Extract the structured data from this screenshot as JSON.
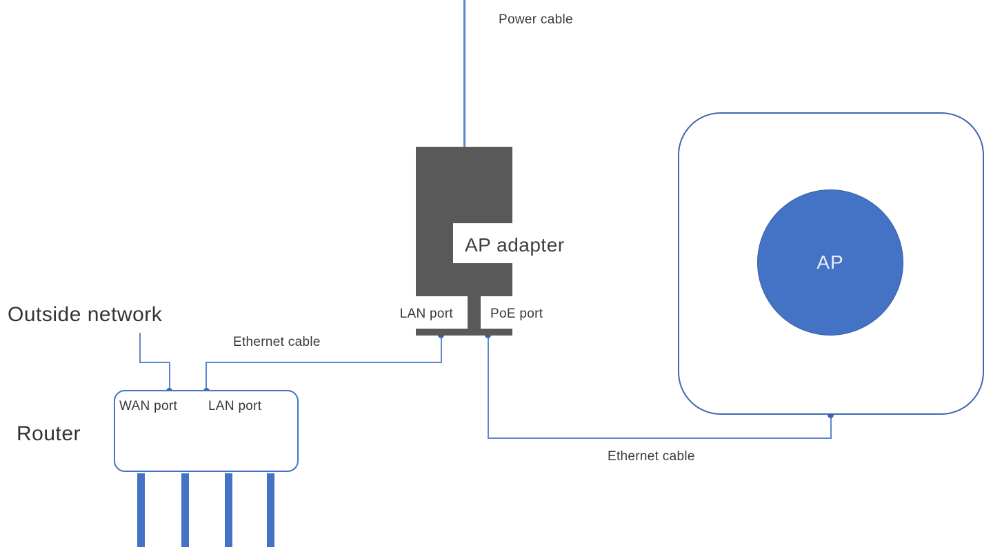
{
  "diagram": {
    "title_hint": "AP adapter wiring diagram",
    "labels": {
      "power_cable": "Power cable",
      "ap_adapter": "AP adapter",
      "adapter_lan_port": "LAN port",
      "adapter_poe_port": "PoE port",
      "ethernet_cable_top": "Ethernet cable",
      "ethernet_cable_bottom": "Ethernet cable",
      "outside_network": "Outside network",
      "router": "Router",
      "router_wan_port": "WAN port",
      "router_lan_port": "LAN port",
      "ap": "AP"
    },
    "nodes": [
      {
        "id": "ap-adapter",
        "label": "AP adapter",
        "shape": "gray-block",
        "ports": [
          "LAN port",
          "PoE port"
        ]
      },
      {
        "id": "router",
        "label": "Router",
        "shape": "rounded-rect",
        "ports": [
          "WAN port",
          "LAN port"
        ]
      },
      {
        "id": "ap",
        "label": "AP",
        "shape": "circle-in-rounded-square"
      }
    ],
    "connections": [
      {
        "from": "power-source",
        "to": "ap-adapter",
        "label": "Power cable"
      },
      {
        "from": "outside-network",
        "to": "router-wan-port",
        "label": ""
      },
      {
        "from": "ap-adapter-lan-port",
        "to": "router-lan-port",
        "label": "Ethernet cable"
      },
      {
        "from": "ap-adapter-poe-port",
        "to": "ap",
        "label": "Ethernet cable"
      }
    ],
    "colors": {
      "adapter_gray": "#595959",
      "shape_blue": "#4472C4",
      "outline_blue": "#3E68AE",
      "wire_blue": "#5B86C9",
      "dot_blue": "#3763B3",
      "text_dark": "#3A3A3A",
      "ap_text": "#E9EFF9",
      "background": "#FFFFFF"
    }
  }
}
